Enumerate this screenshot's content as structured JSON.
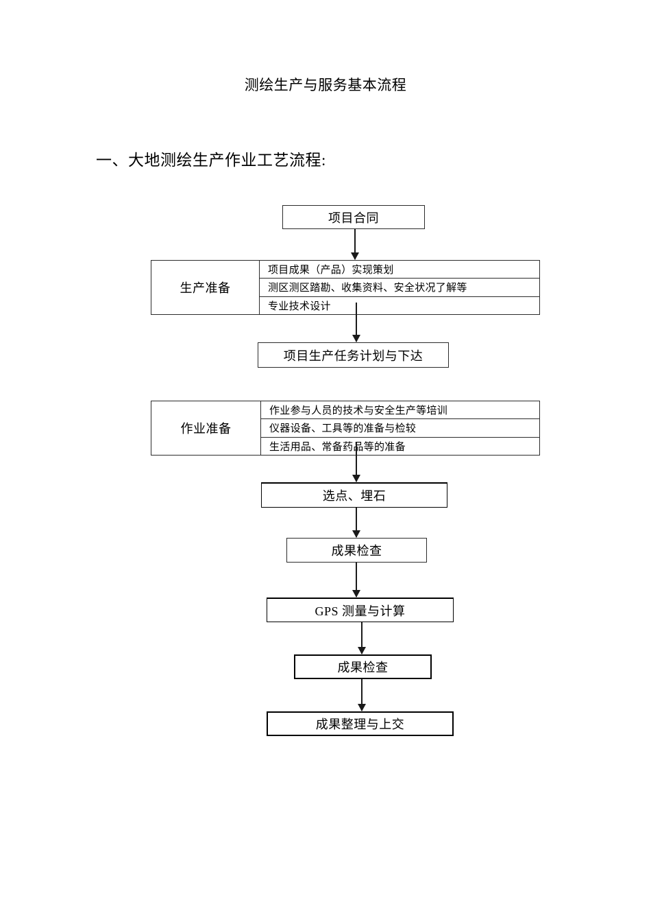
{
  "document": {
    "title": "测绘生产与服务基本流程",
    "section_heading": "一、大地测绘生产作业工艺流程:"
  },
  "flow": {
    "contract": "项目合同",
    "prep_group": {
      "label": "生产准备",
      "rows": [
        "项目成果（产品）实现策划",
        "测区测区踏勘、收集资料、安全状况了解等",
        "专业技术设计"
      ]
    },
    "task_plan": "项目生产任务计划与下达",
    "work_prep_group": {
      "label": "作业准备",
      "rows": [
        "作业参与人员的技术与安全生产等培训",
        "仪器设备、工具等的准备与检较",
        "生活用品、常备药品等的准备"
      ]
    },
    "point_selection": "选点、埋石",
    "check_one": "成果检查",
    "gps_measure": "GPS 测量与计算",
    "check_two": "成果检查",
    "final_submit": "成果整理与上交"
  },
  "colors": {
    "ink": "#000000",
    "line": "#2b2b2b",
    "paper": "#ffffff"
  }
}
